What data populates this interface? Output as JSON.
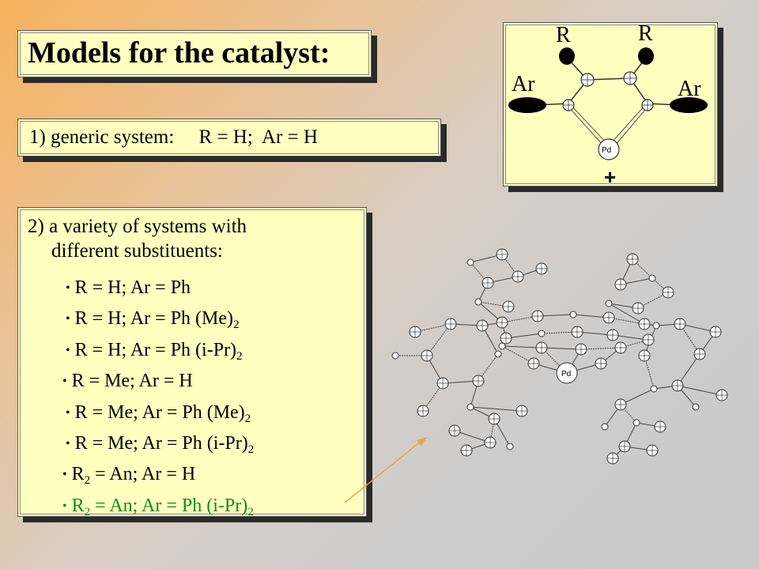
{
  "slide": {
    "title": "Models for the catalyst:",
    "generic": {
      "text": "1) generic system:     R = H;  Ar = H"
    },
    "variety": {
      "heading_line1": "2) a variety of systems with",
      "heading_line2": "different substituents:",
      "bullets": [
        {
          "main": "R = H;  Ar = Ph",
          "sub": "",
          "post": "",
          "pre_sub": ""
        },
        {
          "main": "R = H;  Ar = Ph (Me)",
          "sub": "2",
          "post": "",
          "pre_sub": ""
        },
        {
          "main": "R = H;  Ar = Ph (i-Pr)",
          "sub": "2",
          "post": "",
          "pre_sub": ""
        },
        {
          "main": "R = Me; Ar = H",
          "sub": "",
          "post": "",
          "pre_sub": ""
        },
        {
          "main": "R = Me;  Ar = Ph (Me)",
          "sub": "2",
          "post": "",
          "pre_sub": ""
        },
        {
          "main": "R = Me;  Ar = Ph (i-Pr)",
          "sub": "2",
          "post": "",
          "pre_sub": ""
        },
        {
          "main": " = An; Ar = H",
          "sub": "",
          "post": "",
          "pre_sub": "2",
          "pre": "R"
        },
        {
          "main": " = An;  Ar = Ph (i-Pr)",
          "sub": "2",
          "post": "",
          "pre_sub": "2",
          "pre": "R"
        }
      ],
      "bullet_glyph": "•",
      "highlight_color": "#1a8a1a"
    },
    "ligand_diagram": {
      "r_left": "R",
      "r_right": "R",
      "ar_left": "Ar",
      "ar_right": "Ar",
      "metal": "Pd",
      "charge": "+"
    },
    "structure_3d": {
      "metal": "Pd"
    },
    "colors": {
      "box_fill": "#ffffc0",
      "shadow": "#2a2a2a",
      "arrow": "#f0a040"
    }
  }
}
